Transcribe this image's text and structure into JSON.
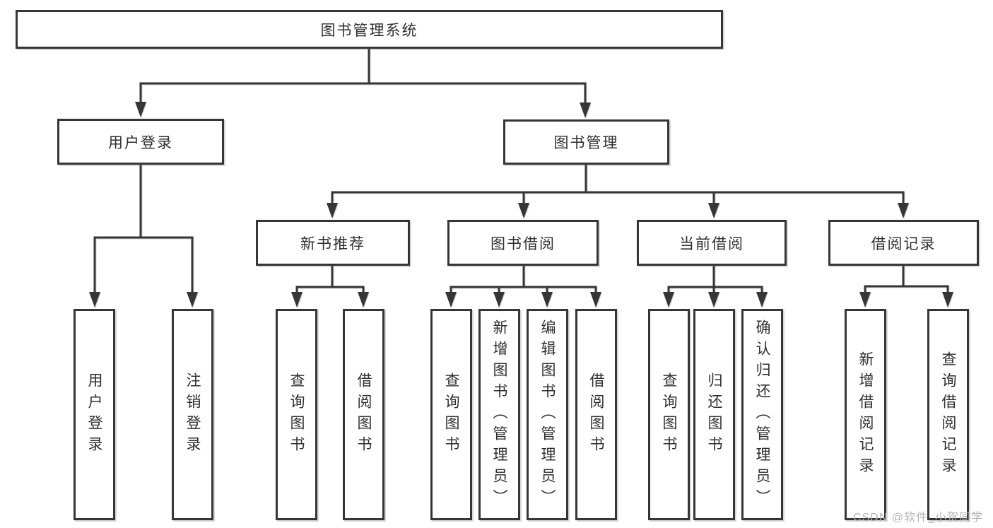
{
  "colors": {
    "line": "#363636",
    "box_border": "#363636",
    "text": "#2f2f2f",
    "watermark_text": "#b5b5b5",
    "background": "#ffffff"
  },
  "watermark": {
    "text": "CSDN @软件_小贺同学"
  },
  "tree": {
    "label": "图书管理系统",
    "children": [
      {
        "label": "用户登录",
        "children": [
          {
            "label": "用户登录"
          },
          {
            "label": "注销登录"
          }
        ]
      },
      {
        "label": "图书管理",
        "children": [
          {
            "label": "新书推荐",
            "children": [
              {
                "label": "查询图书"
              },
              {
                "label": "借阅图书"
              }
            ]
          },
          {
            "label": "图书借阅",
            "children": [
              {
                "label": "查询图书"
              },
              {
                "label": "新增图书（管理员）"
              },
              {
                "label": "编辑图书（管理员）"
              },
              {
                "label": "借阅图书"
              }
            ]
          },
          {
            "label": "当前借阅",
            "children": [
              {
                "label": "查询图书"
              },
              {
                "label": "归还图书"
              },
              {
                "label": "确认归还（管理员）"
              }
            ]
          },
          {
            "label": "借阅记录",
            "children": [
              {
                "label": "新增借阅记录"
              },
              {
                "label": "查询借阅记录"
              }
            ]
          }
        ]
      }
    ]
  }
}
